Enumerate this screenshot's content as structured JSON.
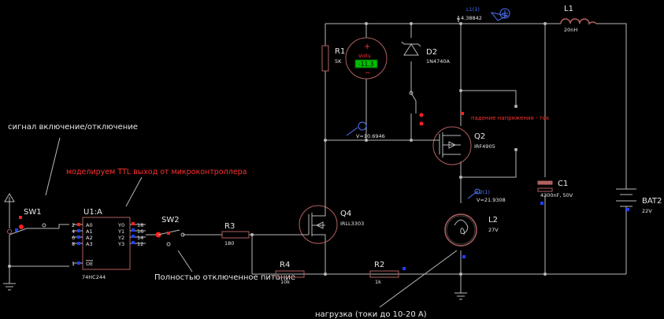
{
  "colors": {
    "background": "#000000",
    "wire": "#b8b8b8",
    "component": "#b06060",
    "pin_red": "#ff2020",
    "pin_blue": "#2040ff",
    "note_red": "#ff3030",
    "probe_blue": "#4f74ff",
    "lamp": "#000000",
    "meter_lcd": "#00c000"
  },
  "annotations": {
    "signal_onoff": "сигнал включение/отключение",
    "ttl_note": "моделируем TTL выход от микроконтроллера",
    "full_off": "Полностью отключенное питание",
    "load_note": "нагрузка (токи до 10-20 А)",
    "voltage_drop": "падение напряжения - ток"
  },
  "components": {
    "sw1": {
      "ref": "SW1"
    },
    "u1": {
      "ref": "U1:A",
      "part": "74HC244",
      "pins_in": [
        {
          "num": "2",
          "name": "A0"
        },
        {
          "num": "4",
          "name": "A1"
        },
        {
          "num": "6",
          "name": "A2"
        },
        {
          "num": "8",
          "name": "A3"
        }
      ],
      "pins_out": [
        {
          "num": "18",
          "name": "Y0"
        },
        {
          "num": "16",
          "name": "Y1"
        },
        {
          "num": "14",
          "name": "Y2"
        },
        {
          "num": "12",
          "name": "Y3"
        }
      ],
      "oe_pin": {
        "num": "1",
        "name": "OE"
      }
    },
    "sw2": {
      "ref": "SW2"
    },
    "r3": {
      "ref": "R3",
      "value": "180"
    },
    "r4": {
      "ref": "R4",
      "value": "10k"
    },
    "r2": {
      "ref": "R2",
      "value": "1k"
    },
    "q4": {
      "ref": "Q4",
      "part": "IRLL3303"
    },
    "r1": {
      "ref": "R1",
      "value": "5K"
    },
    "voltmeter": {
      "label": "Volts",
      "reading": "-11.3"
    },
    "d2": {
      "ref": "D2",
      "part": "1N4740A"
    },
    "q2": {
      "ref": "Q2",
      "part": "IRF4905"
    },
    "l2": {
      "ref": "L2",
      "value": "27V"
    },
    "c1": {
      "ref": "C1",
      "value": "4300nF, 50V"
    },
    "l1": {
      "ref": "L1",
      "value": "20nH"
    },
    "bat2": {
      "ref": "BAT2",
      "value": "22V"
    }
  },
  "probes": {
    "current": {
      "name": "L1(1)",
      "reading": "4.38842"
    },
    "gate_voltage": {
      "name": "",
      "reading": "V=10.6946"
    },
    "load_voltage": {
      "name": "L2(1)",
      "reading": "V=21.9308"
    }
  }
}
